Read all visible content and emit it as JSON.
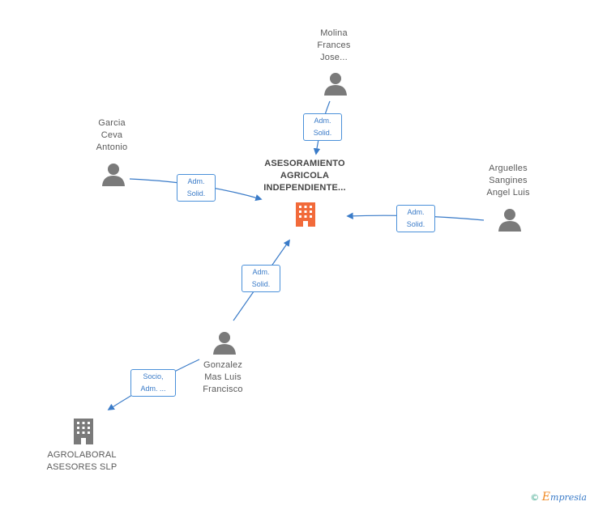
{
  "colors": {
    "edge": "#3a7bc8",
    "person_icon": "#7a7a7a",
    "company_main": "#f26a3a",
    "company_other": "#7a7a7a"
  },
  "nodes": {
    "main": {
      "lines": [
        "ASESORAMIENTO",
        "AGRICOLA",
        "INDEPENDIENTE..."
      ],
      "icon": "building-icon"
    },
    "molina": {
      "lines": [
        "Molina",
        "Frances",
        "Jose..."
      ],
      "icon": "person-icon"
    },
    "garcia": {
      "lines": [
        "Garcia",
        "Ceva",
        "Antonio"
      ],
      "icon": "person-icon"
    },
    "arguelles": {
      "lines": [
        "Arguelles",
        "Sangines",
        "Angel Luis"
      ],
      "icon": "person-icon"
    },
    "gonzalez": {
      "lines": [
        "Gonzalez",
        "Mas Luis",
        "Francisco"
      ],
      "icon": "person-icon"
    },
    "agrolaboral": {
      "lines": [
        "AGROLABORAL",
        "ASESORES SLP"
      ],
      "icon": "building-icon"
    }
  },
  "edges": {
    "molina_main": [
      "Adm.",
      "Solid."
    ],
    "garcia_main": [
      "Adm.",
      "Solid."
    ],
    "arguelles_main": [
      "Adm.",
      "Solid."
    ],
    "gonzalez_main": [
      "Adm.",
      "Solid."
    ],
    "gonzalez_agrolaboral": [
      "Socio,",
      "Adm. ..."
    ]
  },
  "footer": {
    "copyright": "©",
    "brand_e": "E",
    "brand_rest": "mpresia"
  }
}
